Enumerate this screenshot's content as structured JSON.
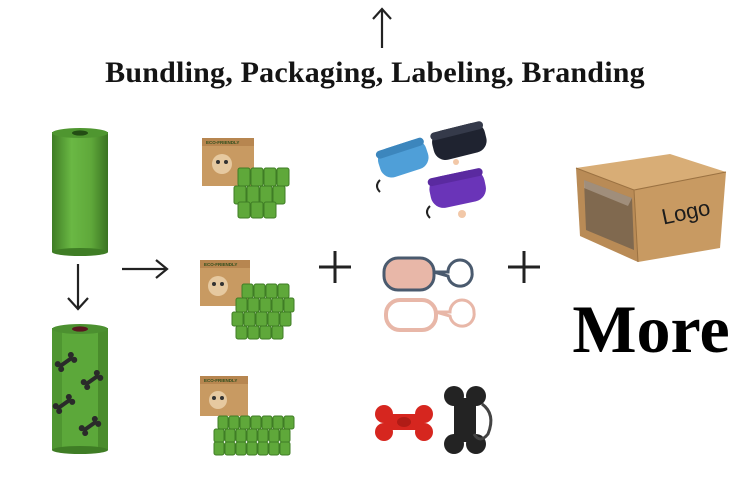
{
  "headline": "Bundling, Packaging, Labeling, Branding",
  "more_label": "More",
  "logo_text": "Logo",
  "box_label": "ECO-FRIENDLY",
  "icons": {
    "arrow_up": "arrow-up-icon",
    "arrow_down": "arrow-down-icon",
    "arrow_right": "arrow-right-icon",
    "plus": "plus-icon"
  },
  "colors": {
    "bag_green": "#5fa83a",
    "bag_green_dark": "#3f7d25",
    "bone_print": "#2a2a2a",
    "kraft": "#c89a62",
    "holder_pink": "#e8b7a8",
    "holder_red": "#d6261f",
    "holder_black": "#232323"
  }
}
